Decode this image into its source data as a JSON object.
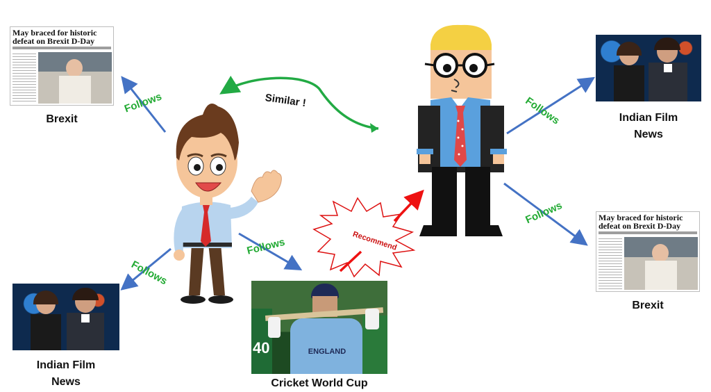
{
  "nodes": {
    "brexit_left": {
      "label": "Brexit",
      "headline_line1": "May braced for historic",
      "headline_line2": "defeat on Brexit D-Day"
    },
    "brexit_right": {
      "label": "Brexit",
      "headline_line1": "May braced for historic",
      "headline_line2": "defeat on Brexit D-Day"
    },
    "film_left": {
      "label_line1": "Indian Film",
      "label_line2": "News"
    },
    "film_right": {
      "label_line1": "Indian Film",
      "label_line2": "News"
    },
    "cricket": {
      "label": "Cricket World Cup",
      "shirt_text": "ENGLAND",
      "shirt_number": "40"
    }
  },
  "edges": {
    "similar": "Similar !",
    "follows": "Follows",
    "recommend": "Recommend"
  },
  "colors": {
    "follows_arrow": "#4472c4",
    "follows_text": "#22aa33",
    "similar_arrow": "#22aa44",
    "recommend_arrow": "#ee1111",
    "burst_stroke": "#dd1111"
  }
}
